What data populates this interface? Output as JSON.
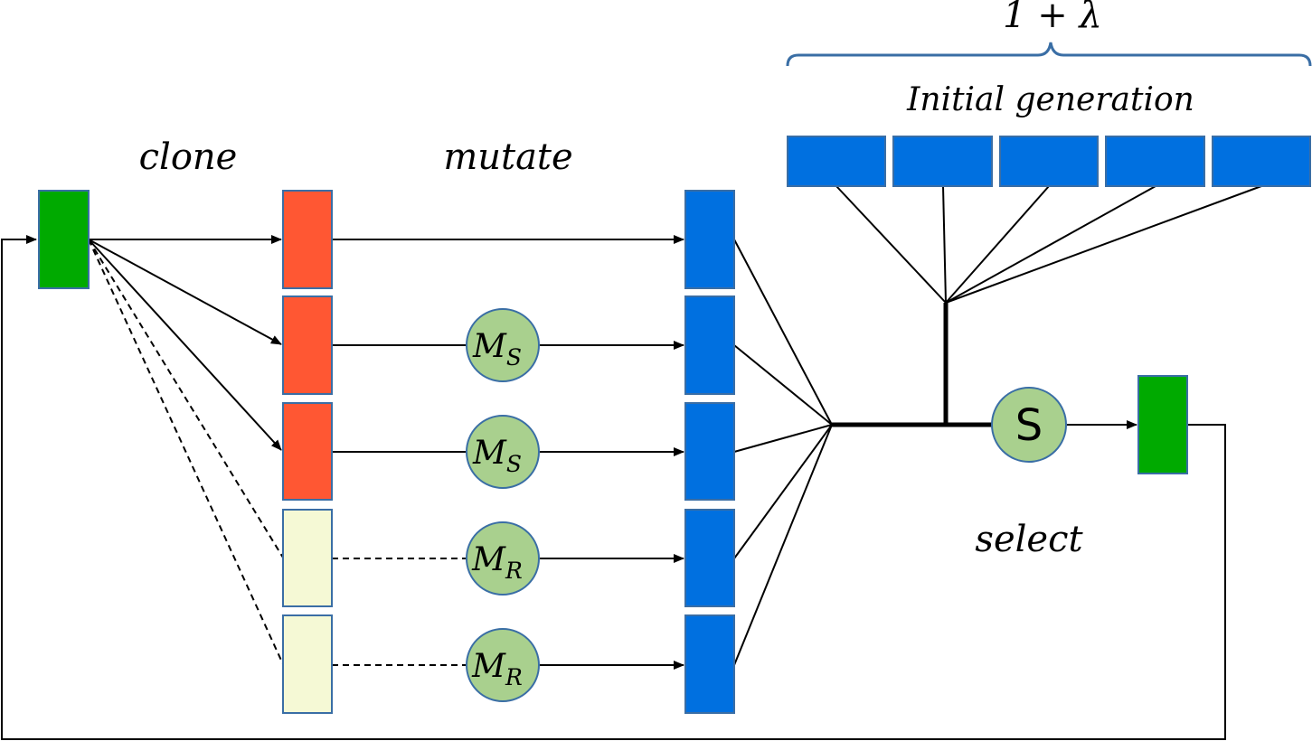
{
  "labels": {
    "clone": "clone",
    "mutate": "mutate",
    "select": "select",
    "initial_generation": "Initial generation",
    "population_formula": "1 + λ"
  },
  "operators": {
    "mutation_s_base": "M",
    "mutation_s_sub": "S",
    "mutation_r_base": "M",
    "mutation_r_sub": "R",
    "selection": "S"
  },
  "colors": {
    "parent": "#00aa00",
    "clone": "#ff5733",
    "clone_inactive": "#f5f9d5",
    "offspring": "#0070e0",
    "operator_node": "#a9d08e",
    "node_stroke": "#3a6ea5",
    "brace": "#3a6ea5"
  }
}
